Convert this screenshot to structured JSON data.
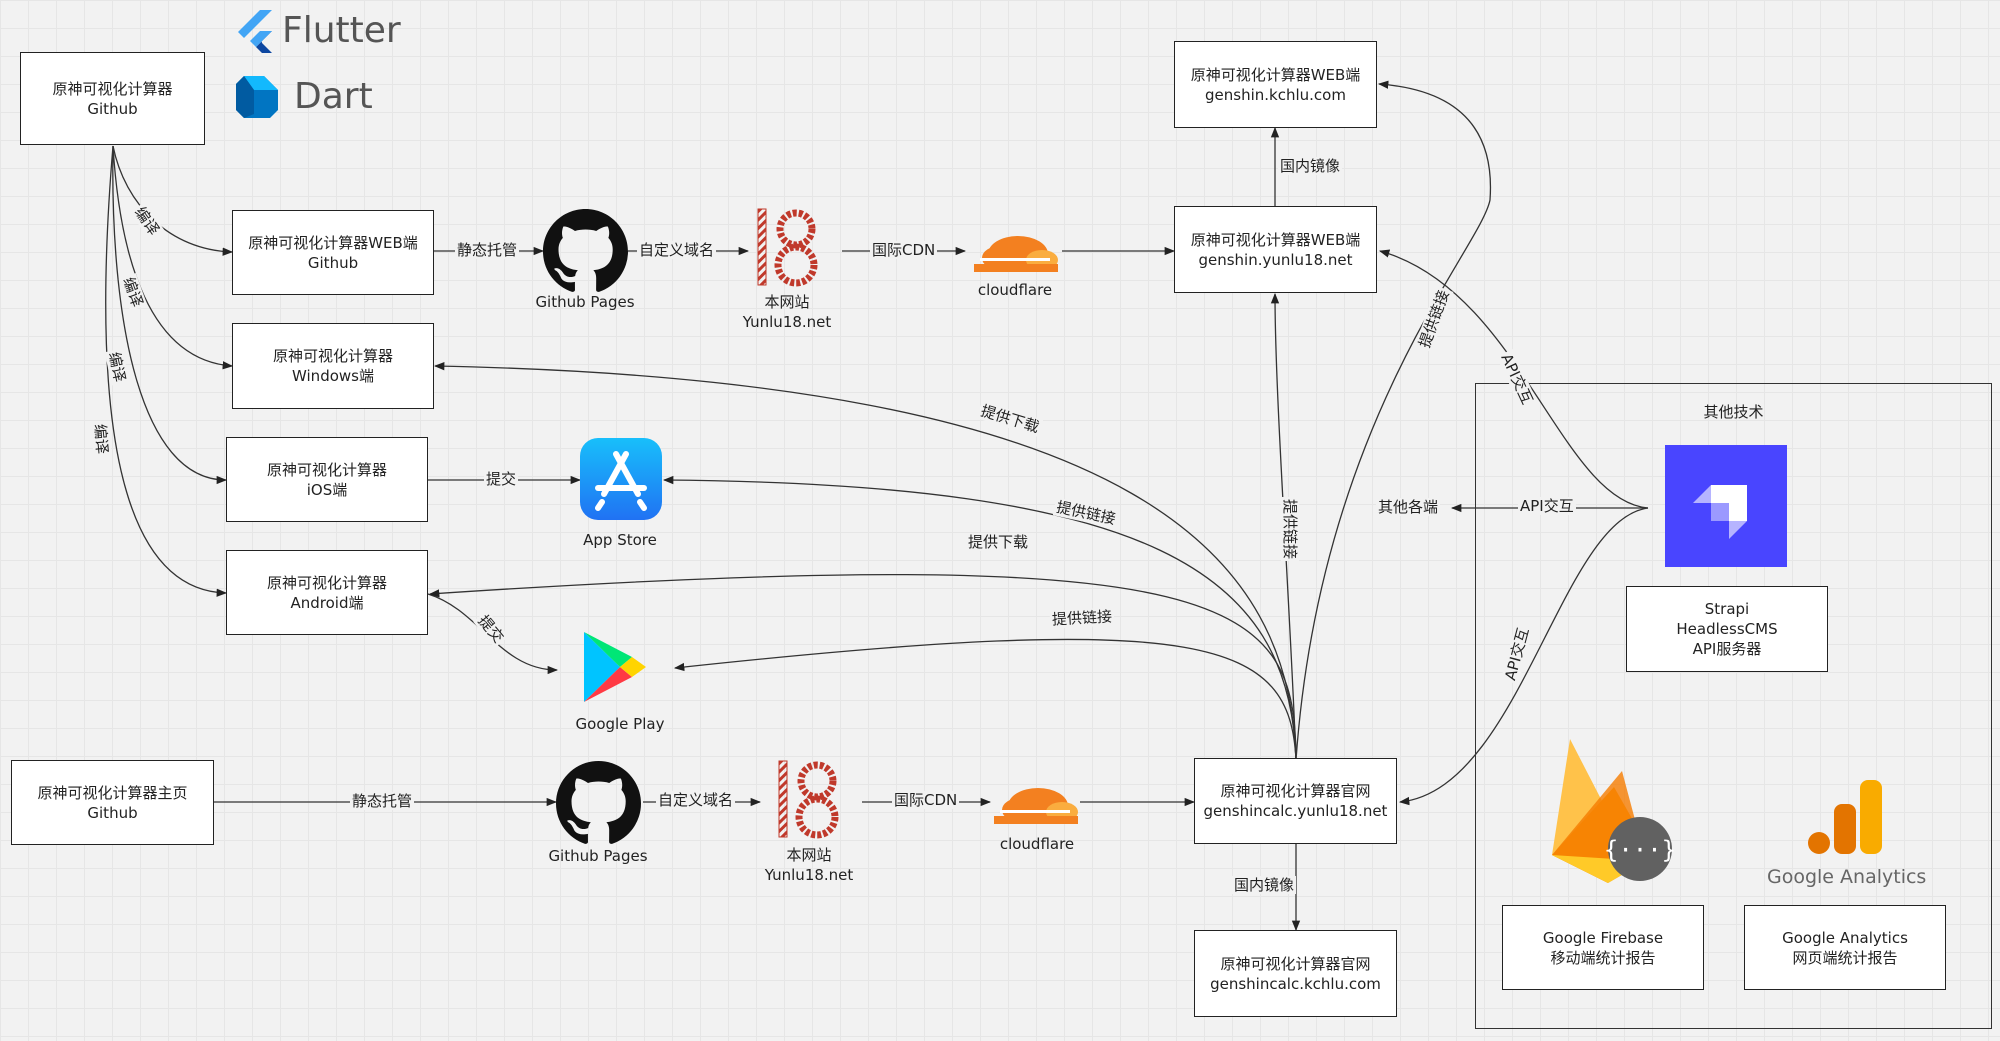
{
  "brands": {
    "flutter": "Flutter",
    "dart": "Dart"
  },
  "nodes": {
    "github_main": [
      "原神可视化计算器",
      "Github"
    ],
    "web_github": [
      "原神可视化计算器WEB端",
      "Github"
    ],
    "windows": [
      "原神可视化计算器",
      "Windows端"
    ],
    "ios": [
      "原神可视化计算器",
      "iOS端"
    ],
    "android": [
      "原神可视化计算器",
      "Android端"
    ],
    "home_github": [
      "原神可视化计算器主页",
      "Github"
    ],
    "web_kchlu": [
      "原神可视化计算器WEB端",
      "genshin.kchlu.com"
    ],
    "web_yunlu": [
      "原神可视化计算器WEB端",
      "genshin.yunlu18.net"
    ],
    "official": [
      "原神可视化计算器官网",
      "genshincalc.yunlu18.net"
    ],
    "official_kchlu": [
      "原神可视化计算器官网",
      "genshincalc.kchlu.com"
    ],
    "strapi": [
      "Strapi",
      "HeadlessCMS",
      "API服务器"
    ],
    "firebase": [
      "Google Firebase",
      "移动端统计报告"
    ],
    "analytics": [
      "Google Analytics",
      "网页端统计报告"
    ]
  },
  "captions": {
    "github_pages": "Github Pages",
    "site": [
      "本网站",
      "Yunlu18.net"
    ],
    "cloudflare": "cloudflare",
    "app_store": "App Store",
    "google_play": "Google Play",
    "analytics_logo": "Google Analytics"
  },
  "group": {
    "title": "其他技术"
  },
  "edge_labels": {
    "compile": "编译",
    "static_hosting": "静态托管",
    "custom_domain": "自定义域名",
    "intl_cdn": "国际CDN",
    "domestic_mirror": "国内镜像",
    "submit": "提交",
    "provide_download": "提供下载",
    "provide_link": "提供链接",
    "api_interact": "API交互",
    "other_clients": "其他各端"
  },
  "colors": {
    "github": "#111111",
    "cloudflare_orange": "#f38020",
    "cloudflare_light": "#faad3f",
    "appstore_blue": "#1c8ef5",
    "strapi_purple": "#4945ff",
    "yunlu_red": "#c0392b",
    "firebase_yellow": "#ffca28",
    "firebase_orange": "#f57c00",
    "analytics_orange": "#f9ab00",
    "dart_blue": "#0175c2",
    "flutter_blue": "#42a5f5"
  }
}
